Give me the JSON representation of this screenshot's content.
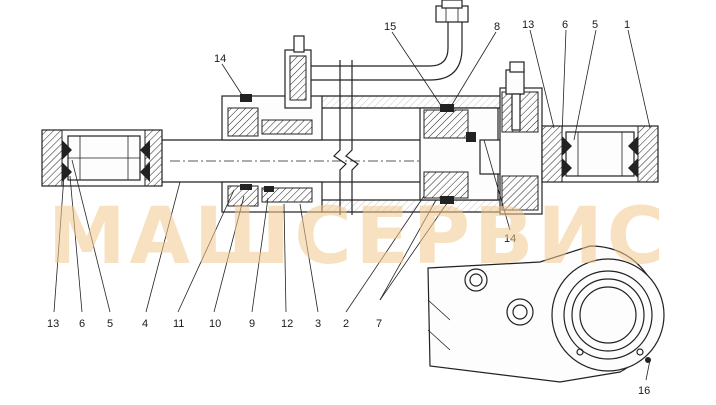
{
  "watermark": "МАШСЕРВИС",
  "callouts": {
    "c1": "1",
    "c2": "2",
    "c3": "3",
    "c4": "4",
    "c5_left": "5",
    "c5_right": "5",
    "c6_left": "6",
    "c6_right": "6",
    "c7": "7",
    "c8": "8",
    "c9": "9",
    "c10": "10",
    "c11": "11",
    "c12": "12",
    "c13_left": "13",
    "c13_right": "13",
    "c14_top": "14",
    "c14_right": "14",
    "c15": "15",
    "c16": "16"
  }
}
